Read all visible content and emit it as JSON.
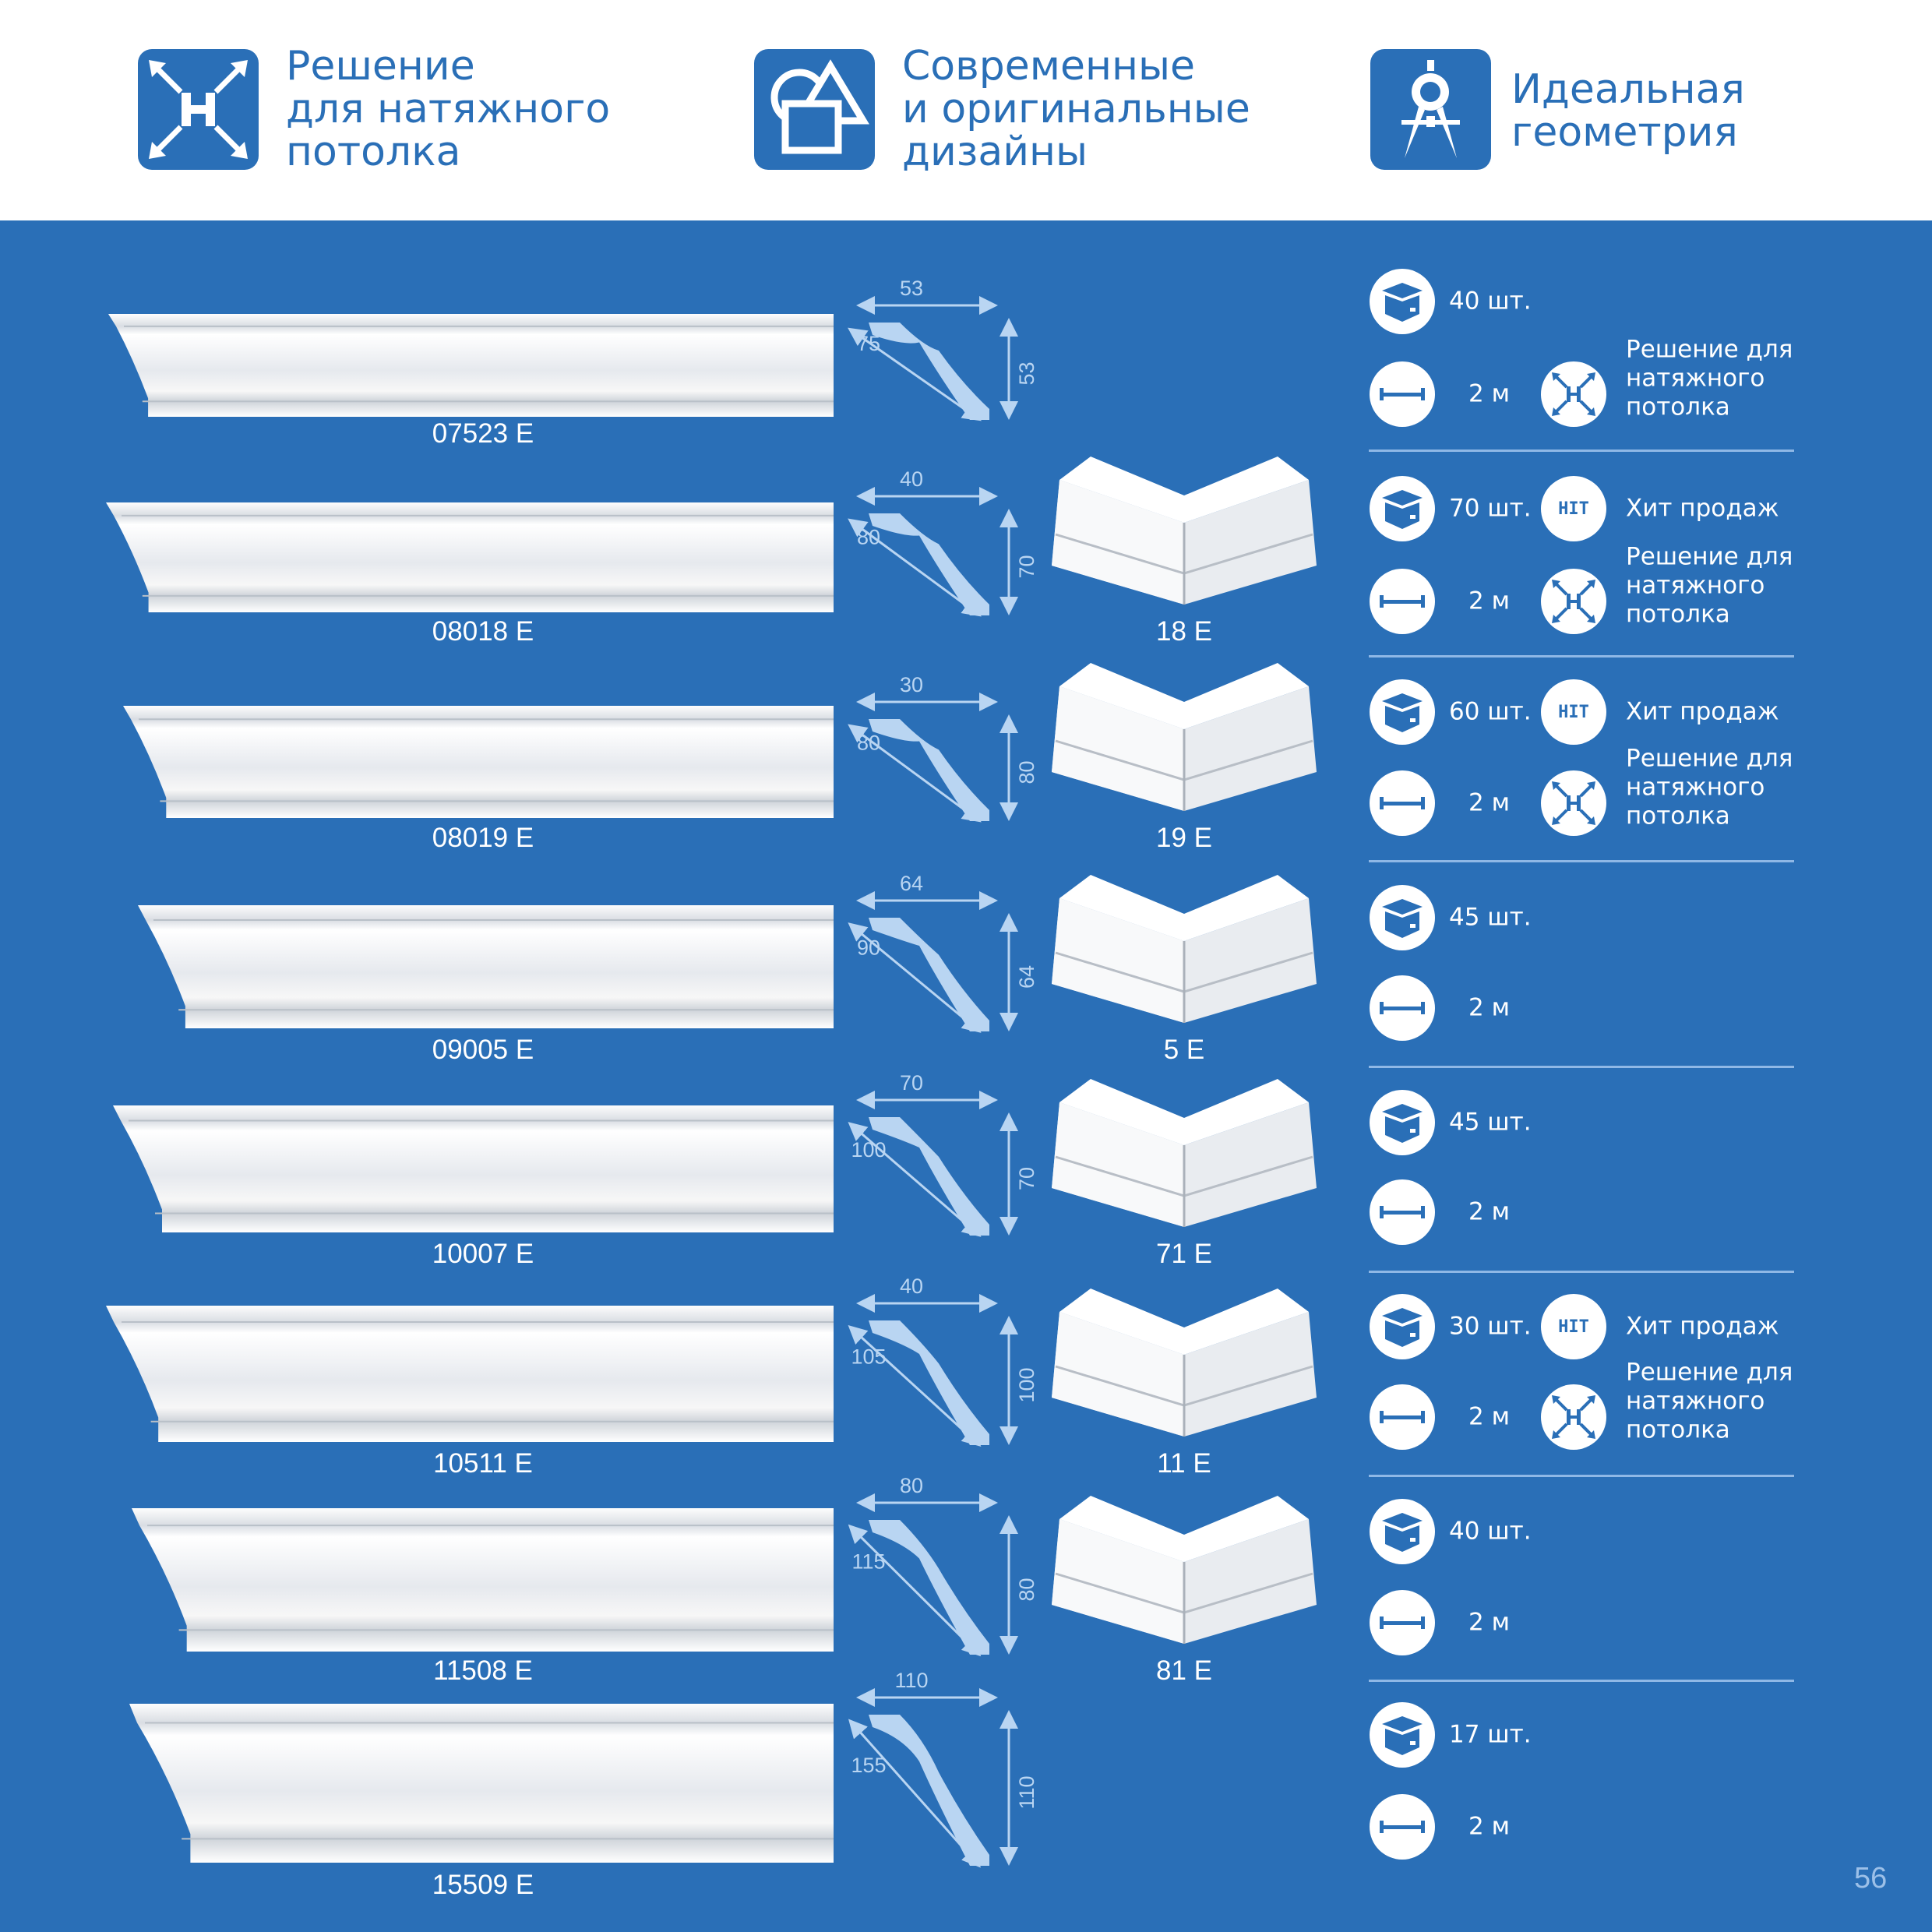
{
  "header": {
    "features": [
      {
        "icon": "stretch-ceiling-icon",
        "text": "Решение\nдля натяжного\nпотолка"
      },
      {
        "icon": "shapes-icon",
        "text": "Современные\nи оригинальные\nдизайны"
      },
      {
        "icon": "compass-icon",
        "text": "Идеальная\nгеометрия"
      }
    ]
  },
  "products": [
    {
      "code": "07523 E",
      "width": "53",
      "diag": "75",
      "height": "53",
      "corner": null,
      "qty": "40 шт.",
      "length": "2 м",
      "hit": null,
      "stretch": "Решение для\nнатяжного\nпотолка"
    },
    {
      "code": "08018 E",
      "width": "40",
      "diag": "80",
      "height": "70",
      "corner": "18 E",
      "qty": "70 шт.",
      "length": "2 м",
      "hit": "Хит продаж",
      "stretch": "Решение для\nнатяжного\nпотолка"
    },
    {
      "code": "08019 E",
      "width": "30",
      "diag": "80",
      "height": "80",
      "corner": "19 E",
      "qty": "60 шт.",
      "length": "2 м",
      "hit": "Хит продаж",
      "stretch": "Решение для\nнатяжного\nпотолка"
    },
    {
      "code": "09005 E",
      "width": "64",
      "diag": "90",
      "height": "64",
      "corner": "5 E",
      "qty": "45 шт.",
      "length": "2 м",
      "hit": null,
      "stretch": null
    },
    {
      "code": "10007 E",
      "width": "70",
      "diag": "100",
      "height": "70",
      "corner": "71 E",
      "qty": "45 шт.",
      "length": "2 м",
      "hit": null,
      "stretch": null
    },
    {
      "code": "10511 E",
      "width": "40",
      "diag": "105",
      "height": "100",
      "corner": "11 E",
      "qty": "30 шт.",
      "length": "2 м",
      "hit": "Хит продаж",
      "stretch": "Решение для\nнатяжного\nпотолка"
    },
    {
      "code": "11508 E",
      "width": "80",
      "diag": "115",
      "height": "80",
      "corner": "81 E",
      "qty": "40 шт.",
      "length": "2 м",
      "hit": null,
      "stretch": null
    },
    {
      "code": "15509 E",
      "width": "110",
      "diag": "155",
      "height": "110",
      "corner": null,
      "qty": "17 шт.",
      "length": "2 м",
      "hit": null,
      "stretch": null
    }
  ],
  "badges": {
    "hit_icon_text": "HIT"
  },
  "page_number": "56",
  "colors": {
    "brand_blue": "#2a6fb7",
    "dimension": "#b9d5f2",
    "white": "#ffffff"
  }
}
